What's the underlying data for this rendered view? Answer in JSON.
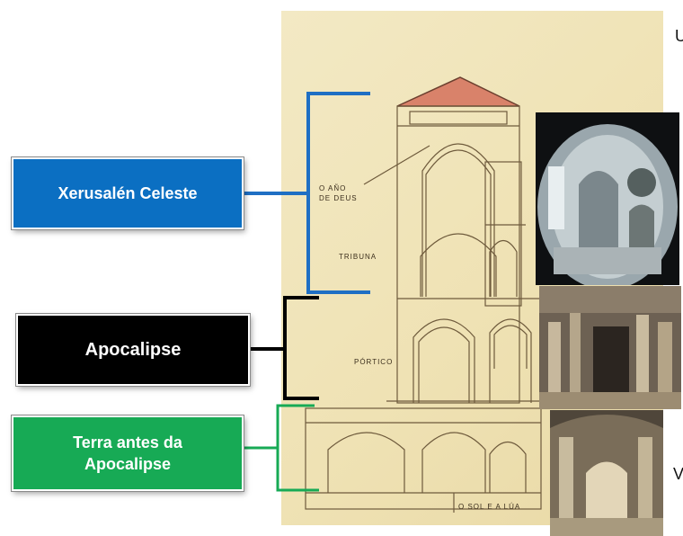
{
  "labels": {
    "xerusalen": "Xerusalén Celeste",
    "apocalipse": "Apocalipse",
    "terra_line1": "Terra antes da",
    "terra_line2": "Apocalipse"
  },
  "drawing_text": {
    "ano_line1": "O AÑO",
    "ano_line2": "DE DEUS",
    "tribuna": "TRIBUNA",
    "portico": "PÓRTICO",
    "sol": "O SOL E A LÚA"
  },
  "edge_letters": [
    "U",
    "V"
  ],
  "colors": {
    "blue": "#0b6fc2",
    "black": "#000000",
    "green": "#17aa55",
    "roof": "#d9826a",
    "paper": "#efe2b4"
  }
}
